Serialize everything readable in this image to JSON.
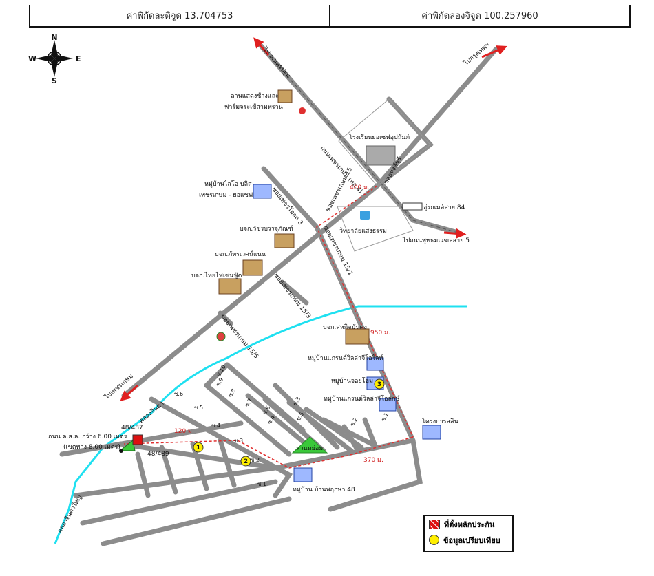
{
  "header": {
    "latitude_text": "ค่าพิกัดละติจูด 13.704753",
    "longitude_text": "ค่าพิกัดลองจิจูด 100.257960"
  },
  "compass": {
    "n": "N",
    "s": "S",
    "e": "E",
    "w": "W"
  },
  "roads": {
    "main_road": "ถนนเพชรเกษม (ทล.4)",
    "to_nakhon_pathom": "ไป อ.นครปฐม",
    "to_bangkok": "ไปกรุงเทพฯ",
    "to_phutthamonthon": "ไปถนนพุทธมณฑลสาย 5",
    "to_phetkasem": "ไปเพชรเกษม",
    "soi_petch_15": "ซอยเพชรเกษม 15",
    "soi_petch_15_1": "ซอยเพชรเกษม 15/1",
    "soi_petch_15_3": "ซอยเพชรเกษม 15/3",
    "soi_petch_15_5": "ซอยเพชรเกษม 15/5",
    "soi_hongchurt": "ซอยหงส์ชุรี",
    "soi_setthakit_3": "ซอยเพชรโอสถ 3",
    "canal_top": "คลองจินดา",
    "canal_bottom": "คลองจินดาใหญ่",
    "subject_road": "ถนน ค.ส.ล. กว้าง 6.00 เมตร",
    "subject_road_2": "(เขตทาง 8.00 เมตร)",
    "sois": [
      "ซ.1",
      "ซ.2",
      "ซ.3",
      "ซ.4",
      "ซ.5",
      "ซ.6",
      "ซ.7",
      "ซ.8",
      "ซ.9",
      "ซ.10",
      "ซ.1",
      "ซ.2",
      "ซ.3",
      "ซ.4",
      "ซ.5",
      "ซ.6"
    ]
  },
  "distances": {
    "d400": "400 ม.",
    "d950": "950 ม.",
    "d370": "370 ม.",
    "d120": "120 ม."
  },
  "places": {
    "market": "ลานแสดงช้างและ",
    "market_2": "ฟาร์มจระเข้สามพราน",
    "school": "โรงเรียนยอเซฟอุปถัมภ์",
    "college": "วิทยาลัยแสงธรรม",
    "bus": "อู่รถเมล์สาย 84",
    "village_top": "หมู่บ้านไลโอ บลิส",
    "village_top_2": "เพชรเกษม - ยอแซฟ",
    "co_1": "บจก.วัชรบรรจุภัณฑ์",
    "co_2": "บจก.ภัทรเวศน์แนน",
    "co_3": "บจก.ไทยไฟเซ่นฟู้ด",
    "co_4": "บจก.สหกิจมั่นคง",
    "vil_1": "หมู่บ้านแกรนด์วิลล่าจีโอไลท์",
    "vil_2": "หมู่บ้านจอยโฮม",
    "vil_3": "หมู่บ้านแกรนด์วิลล่าจีโอลักษ์",
    "project": "โครงการลลิน",
    "park": "สวนหย่อม",
    "vil_bottom": "หมู่บ้าน บ้านพฤกษา 48",
    "plot_a": "48/487",
    "plot_b": "48/489"
  },
  "markers": [
    "1",
    "2",
    "3"
  ],
  "legend": {
    "site_label": "ที่ตั้งหลักประกัน",
    "comp_label": "ข้อมูลเปรียบเทียบ"
  },
  "colors": {
    "road": "#8c8c8c",
    "canal": "#1fe0f0",
    "route": "#e03030",
    "arrow": "#e02020",
    "park": "#3ac83a",
    "marker": "#ffee00"
  }
}
